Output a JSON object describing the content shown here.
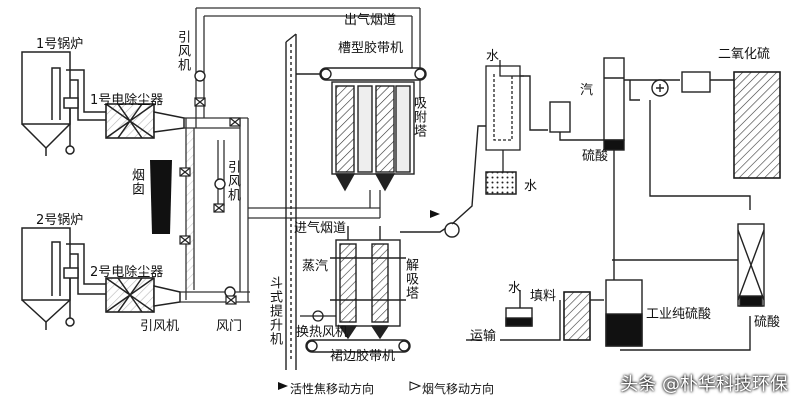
{
  "diagram": {
    "labels": {
      "boiler1": "1号锅炉",
      "boiler2": "2号锅炉",
      "precipitator1": "1号电除尘器",
      "precipitator2": "2号电除尘器",
      "id_fan_top": "引风机",
      "id_fan_mid": "引风机",
      "id_fan_bottom": "引风机",
      "chimney": "烟囱",
      "damper": "风门",
      "outlet_flue": "出气烟道",
      "trough_conveyor": "槽型胶带机",
      "adsorption_tower": "吸附塔",
      "inlet_flue": "进气烟道",
      "steam": "蒸汽",
      "desorption_tower": "解吸塔",
      "heat_exchange_fan": "换热风机",
      "skirt_conveyor": "裙边胶带机",
      "bucket_elevator": "斗式提升机",
      "water_top": "水",
      "water_mid": "水",
      "steam_right": "汽",
      "sulfuric_acid_mid": "硫酸",
      "sulfur_dioxide": "二氧化硫",
      "sulfuric_acid_right": "硫酸",
      "water_bottom": "水",
      "packing": "填料",
      "transport": "运输",
      "industrial_acid": "工业纯硫酸"
    },
    "legend": {
      "coke_direction": "活性焦移动方向",
      "gas_direction": "烟气移动方向"
    },
    "watermark": "头条 @朴华科技环保"
  }
}
